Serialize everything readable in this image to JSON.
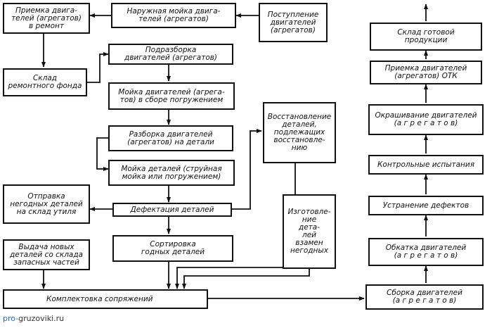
{
  "boxes": {
    "priemka_remont": "Приемка двига-\nтелей (агрегатов)\nв ремонт",
    "moika_naruzh": "Наружная мойка двига-\nтелей (агрегатов)",
    "postuplenie": "Поступление\nдвигателей\n(агрегатов)",
    "sklad_remfond": "Склад\nремонтного  фонда",
    "podrazborka": "Подразборка\nдвигателей (агрегатов)",
    "moika_dvig": "Мойка двигателей (агрега-\nтов) в сборе погружением",
    "razborka": "Разборка двигателей\n(агрегатов) на детали",
    "moika_detalei": "Мойка деталей (струйная\nмойка или погружением)",
    "vosstanovlenie": "Восстановление\nдеталей,\nподлежащих\nвосстановле-\nнию",
    "otpravka": "Отправка\nнегодных деталей\nна склад утиля",
    "defektaciya": "Дефектация деталей",
    "izgotovlenie": "Изготовле-\nние\nдета-\nлей\nвзамен\nнегодных",
    "vydacha": "Выдача новых\nдеталей со склада\nзапасных частей",
    "sortirovka": "Сортировка\nгодных деталей",
    "komplektovka": "Комплектовка сопряжений",
    "sklad_gotovoi": "Склад готовой\nпродукции",
    "priemka_otk": "Приемка двигателей\n(агрегатов) ОТК",
    "okrashivanie": "Окрашивание двигателей\n(а г р е г а т о в)",
    "kontrol": "Контрольные испытания",
    "ustranenie": "Устранение дефектов",
    "obkatka": "Обкатка двигателей\n(а г р е г а т о в)",
    "sborka": "Сборка двигателей\n(а г р е г а т о в)"
  },
  "watermark": {
    "part1": "pro-",
    "part2": "gruzoviki.ru"
  }
}
